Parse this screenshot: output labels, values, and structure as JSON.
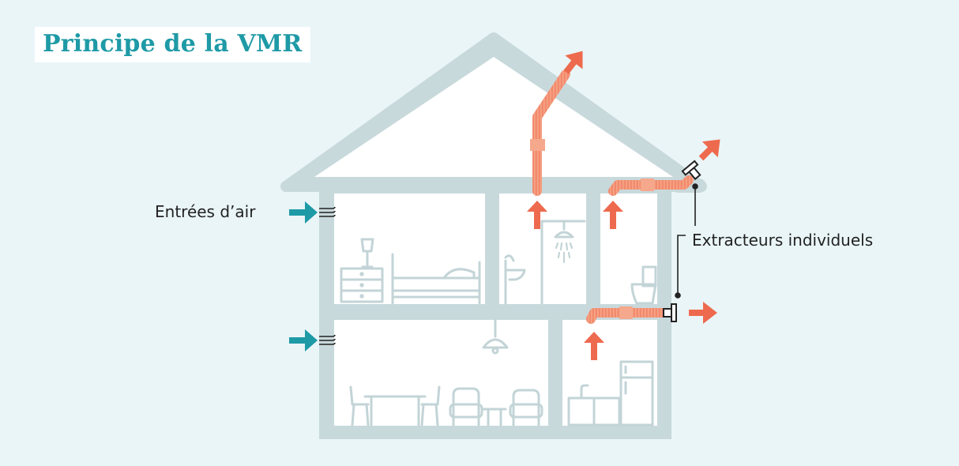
{
  "title": "Principe de la VMR",
  "labels": {
    "air_inlets": "Entrées d’air",
    "extractors": "Extracteurs individuels"
  },
  "colors": {
    "background": "#eaf5f8",
    "house_outline": "#c8d9dc",
    "room_fill": "#ffffff",
    "furniture": "#c3d4d7",
    "title": "#1e9aa6",
    "inlet_arrow": "#1e9aa6",
    "extract_arrow": "#ee6a4e",
    "duct": "#f28a6d",
    "duct_joint": "#f5a88c"
  },
  "icons": [
    "air-inlet-arrow-icon",
    "air-inlet-grille-icon",
    "exhaust-arrow-icon",
    "extractor-fan-icon",
    "shower-icon",
    "sink-icon",
    "toilet-icon",
    "bed-icon",
    "dresser-icon",
    "lamp-icon",
    "pendant-light-icon",
    "dining-table-icon",
    "chair-icon",
    "armchair-icon",
    "kitchen-cabinet-icon",
    "fridge-icon"
  ]
}
